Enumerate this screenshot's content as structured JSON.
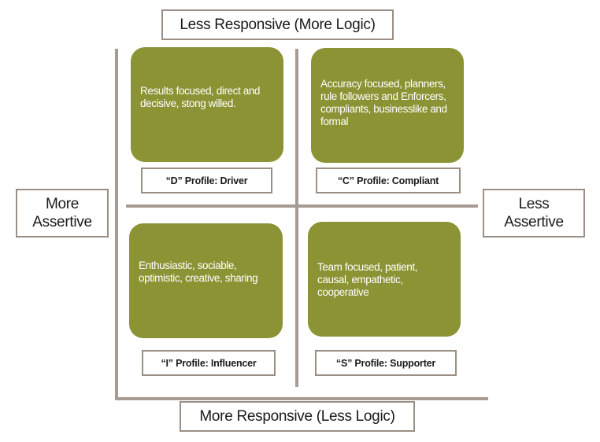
{
  "axes": {
    "top": "Less Responsive (More Logic)",
    "bottom": "More Responsive (Less Logic)",
    "left": [
      "More",
      "Assertive"
    ],
    "right": [
      "Less",
      "Assertive"
    ]
  },
  "quadrants": {
    "d": {
      "description": "Results focused, direct and decisive, stong willed.",
      "label": "“D” Profile: Driver"
    },
    "c": {
      "description": "Accuracy focused, planners, rule followers and Enforcers, compliants, businesslike and formal",
      "label": "“C” Profile: Compliant"
    },
    "i": {
      "description": "Enthusiastic, sociable, optimistic, creative, sharing",
      "label": "“I” Profile: Influencer"
    },
    "s": {
      "description": "Team focused, patient, causal, empathetic, cooperative",
      "label": "“S” Profile: Supporter"
    }
  },
  "colors": {
    "quadrant_fill": "#8b9334",
    "border": "#9b8f85",
    "divider": "#a79c93"
  }
}
